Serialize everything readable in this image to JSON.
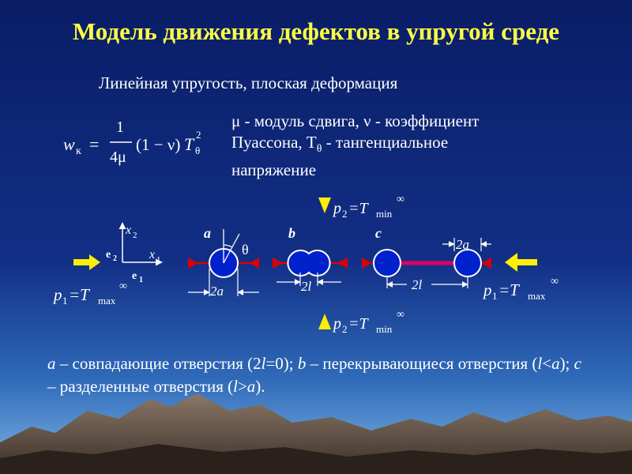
{
  "slide": {
    "title": "Модель движения дефектов в упругой среде",
    "subtitle": "Линейная упругость, плоская деформация",
    "definition_lines": [
      "μ - модуль сдвига, ν - коэффициент",
      "Пуассона, T",
      "θ",
      " - тангенциальное",
      "напряжение"
    ],
    "caption": {
      "a_var": "a",
      "a_text": " – совпадающие отверстия (2",
      "l1": "l",
      "a_rest": "=0); ",
      "b_var": "b",
      "b_text": " – перекрывающиеся отверстия (",
      "l2": "l",
      "lt": "<",
      "a2": "a",
      "mid": "); ",
      "c_var": "c",
      "c_text": " – разделенные отверстия (",
      "l3": "l",
      "gt": ">",
      "a3": "a",
      "end": ")."
    }
  },
  "formula": {
    "lhs": "w",
    "lhs_sub": "к",
    "eq": "=",
    "numerator": "1",
    "denominator": "4μ",
    "factor": "(1 − ν)",
    "T": "T",
    "T_sub": "θ",
    "T_sup": "2"
  },
  "labels": {
    "axis_x1": "x",
    "axis_x1_sub": "1",
    "axis_x2": "x",
    "axis_x2_sub": "2",
    "e1": "e",
    "e1_sub": "1",
    "e2": "e",
    "e2_sub": "2",
    "case_a": "a",
    "case_b": "b",
    "case_c": "c",
    "theta": "θ",
    "dim_2a_left": "2a",
    "dim_2l_b": "2l",
    "dim_2l_c": "2l",
    "dim_2a_right": "2a",
    "p1": "p",
    "p1_sub": "1",
    "p1_eq": "=T",
    "p1_T_sub": "max",
    "p1_sup": "∞",
    "p2": "p",
    "p2_sub": "2",
    "p2_eq": "=T",
    "p2_T_sub": "min",
    "p2_sup": "∞"
  },
  "colors": {
    "title": "#ffff44",
    "hole_fill": "#0022cc",
    "arrow_red": "#dd0000",
    "arrow_yellow": "#ffee00",
    "bond": "#dd0066"
  }
}
